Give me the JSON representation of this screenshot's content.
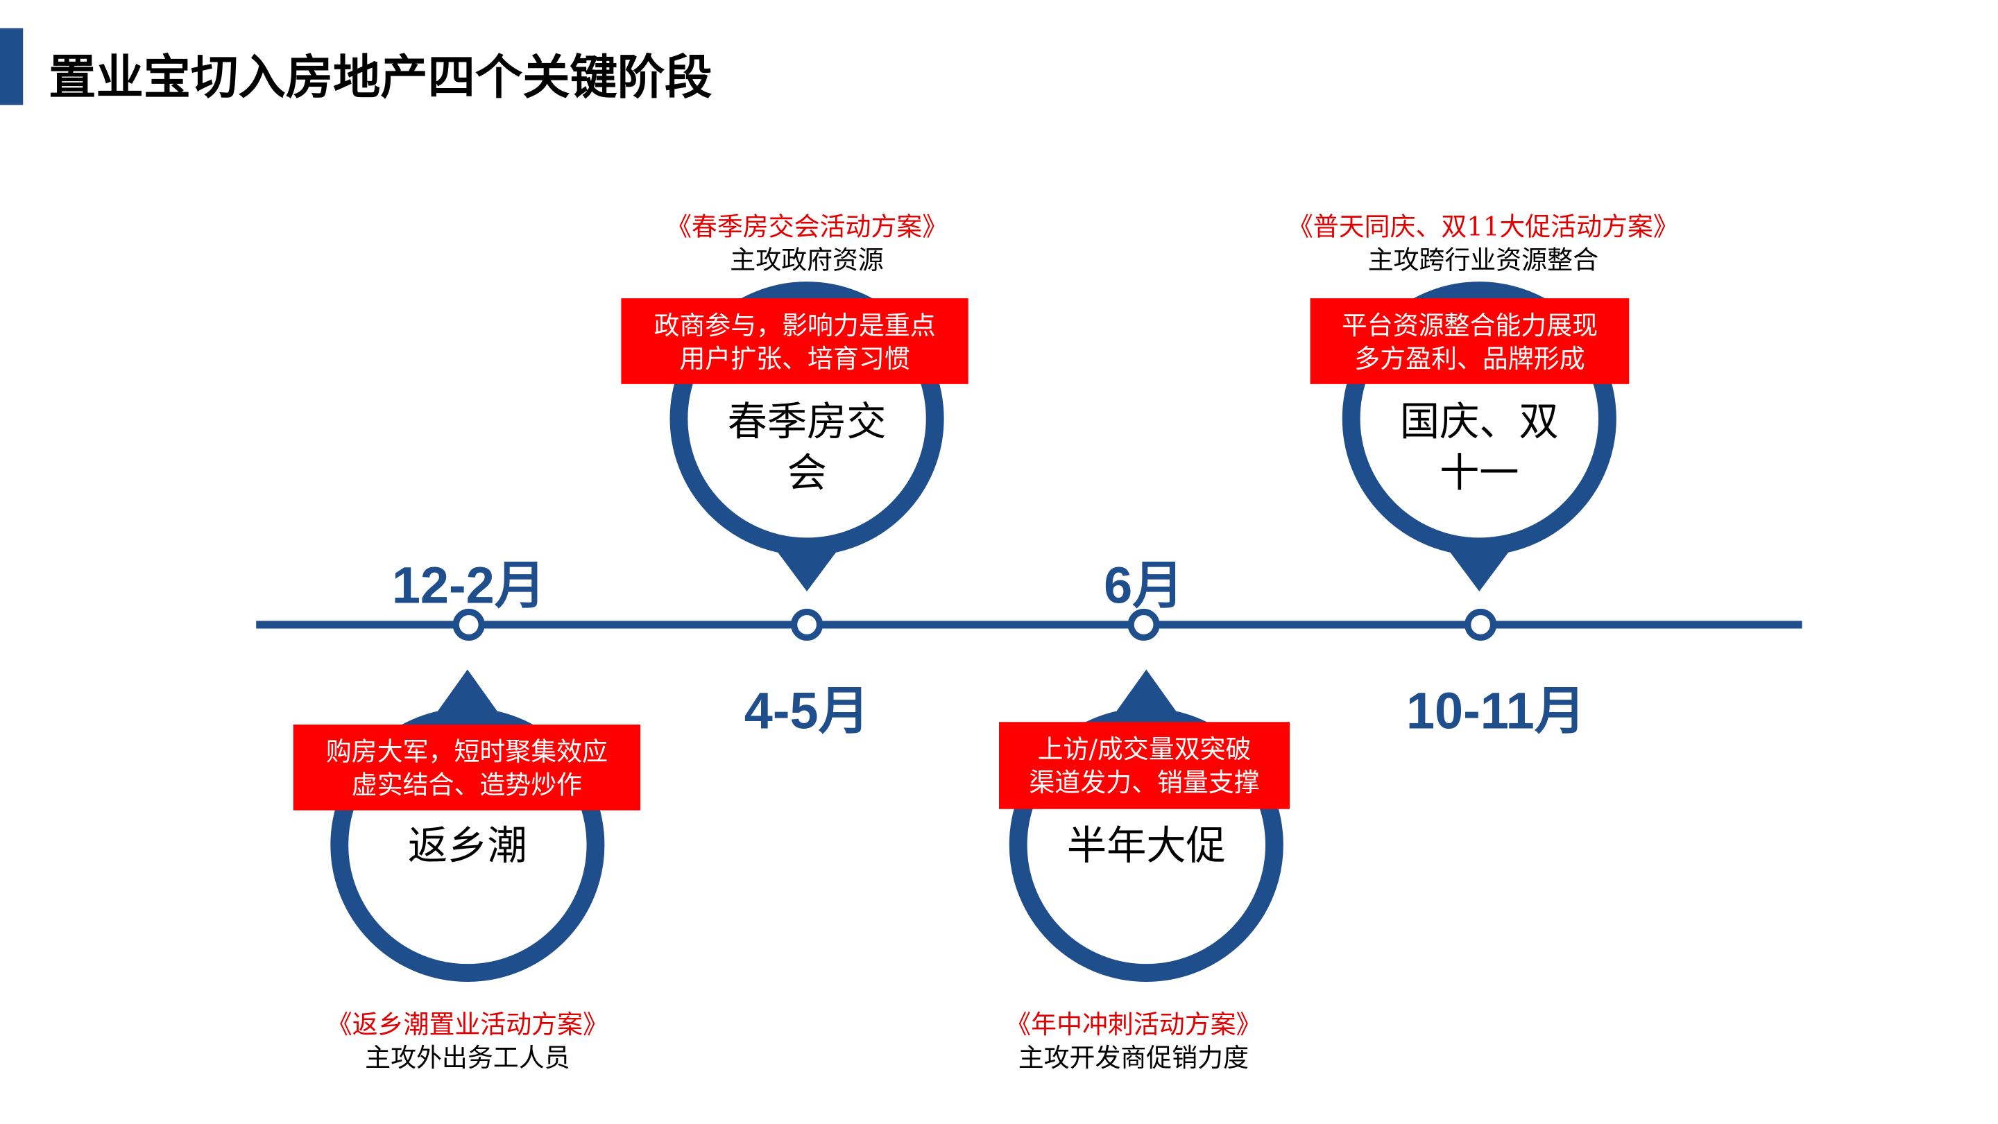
{
  "title": "置业宝切入房地产四个关键阶段",
  "colors": {
    "primary": "#1f4e8c",
    "highlight": "#fe0000"
  },
  "stages": [
    {
      "date": "12-2月",
      "name": "返乡潮",
      "box": [
        "购房大军，短时聚集效应",
        "虚实结合、造势炒作"
      ],
      "plan": "《返乡潮置业活动方案》",
      "focus": "主攻外出务工人员"
    },
    {
      "date": "4-5月",
      "name": "春季房交会",
      "name_lines": [
        "春季房交",
        "会"
      ],
      "box": [
        "政商参与，影响力是重点",
        "用户扩张、培育习惯"
      ],
      "plan": "《春季房交会活动方案》",
      "focus": "主攻政府资源"
    },
    {
      "date": "6月",
      "name": "半年大促",
      "box": [
        "上访/成交量双突破",
        "渠道发力、销量支撑"
      ],
      "plan": "《年中冲刺活动方案》",
      "focus": "主攻开发商促销力度"
    },
    {
      "date": "10-11月",
      "name": "国庆、双十一",
      "name_lines": [
        "国庆、双",
        "十一"
      ],
      "box": [
        "平台资源整合能力展现",
        "多方盈利、品牌形成"
      ],
      "plan": "《普天同庆、双11大促活动方案》",
      "focus": "主攻跨行业资源整合"
    }
  ]
}
